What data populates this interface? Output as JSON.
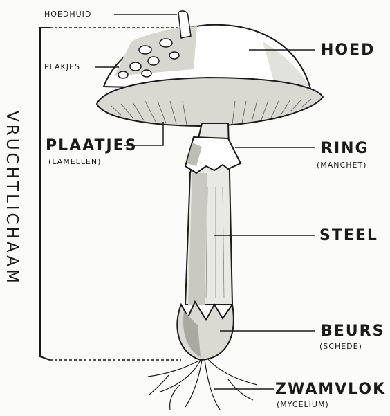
{
  "labels": {
    "hoedhuid": "HOEDHUID",
    "plakjes": "PLAKJES",
    "hoed": "HOED",
    "plaatjes": "PLAATJES",
    "plaatjes_sub": "(LAMELLEN)",
    "ring": "RING",
    "ring_sub": "(MANCHET)",
    "steel": "STEEL",
    "beurs": "BEURS",
    "beurs_sub": "(SCHEDE)",
    "zwamvlok": "ZWAMVLOK",
    "zwamvlok_sub": "(MYCELIUM)",
    "vruchtlichaam": "VRUCHTLICHAAM"
  },
  "colors": {
    "ink": "#1a1a1a",
    "paper": "#fbfbf9",
    "cap_shade": "#d2d2cc",
    "stem_shade": "#c9c9c2"
  }
}
